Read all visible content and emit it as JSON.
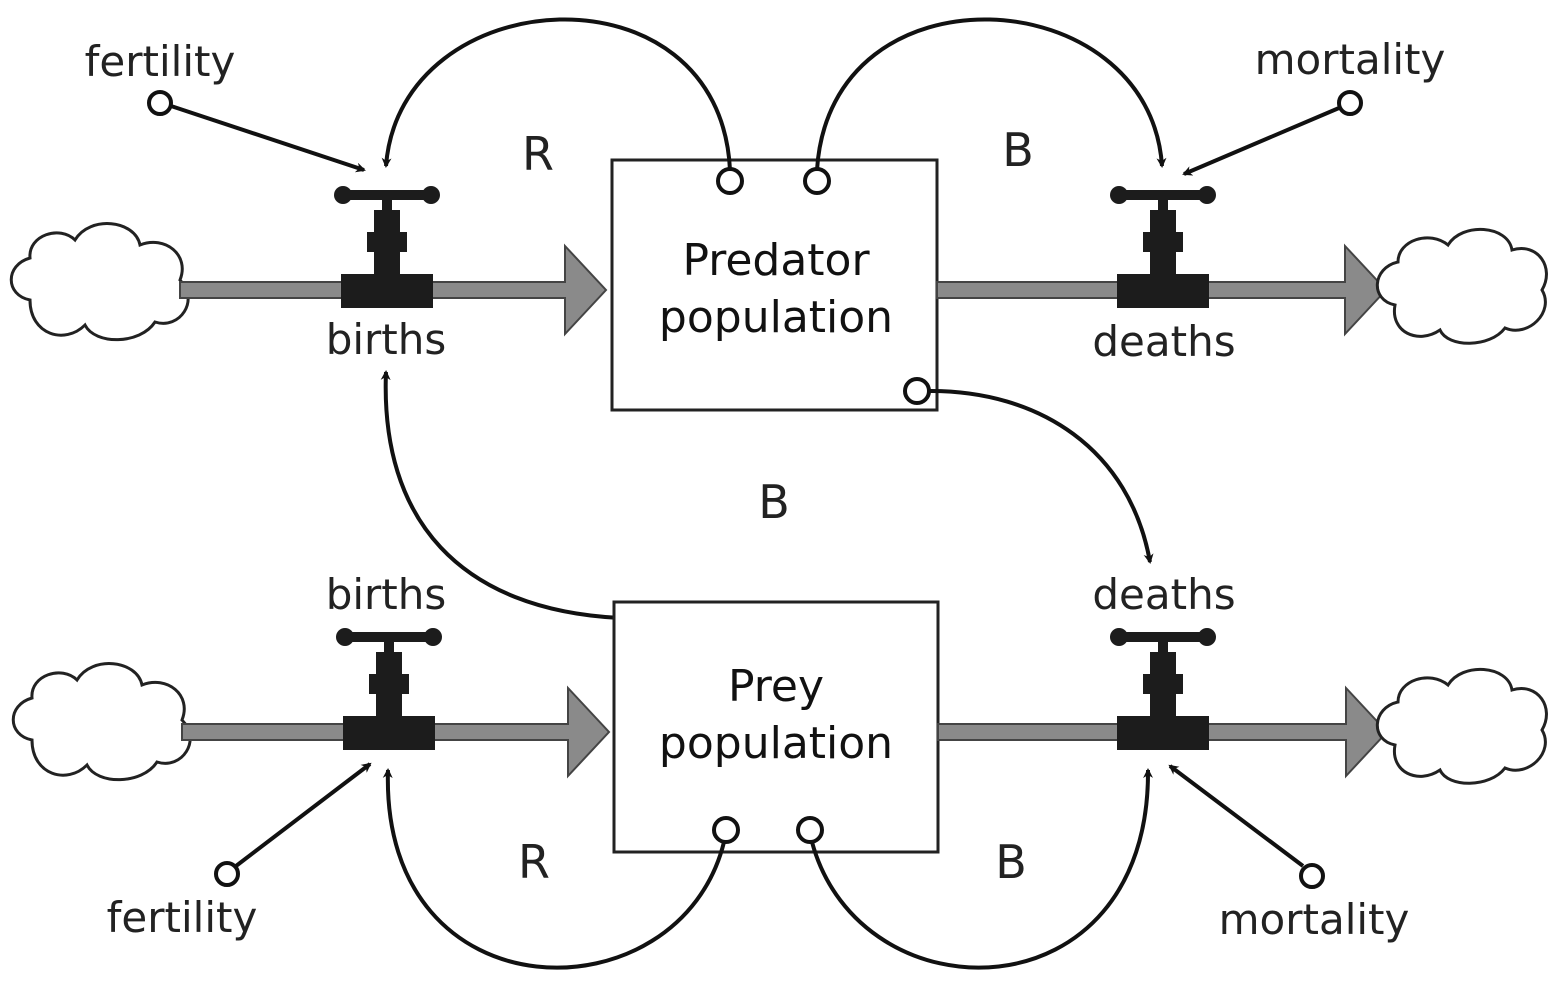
{
  "stocks": {
    "predator": {
      "line1": "Predator",
      "line2": "population"
    },
    "prey": {
      "line1": "Prey",
      "line2": "population"
    }
  },
  "flows": {
    "predator_births": "births",
    "predator_deaths": "deaths",
    "prey_births": "births",
    "prey_deaths": "deaths"
  },
  "parameters": {
    "predator_fertility": "fertility",
    "predator_mortality": "mortality",
    "prey_fertility": "fertility",
    "prey_mortality": "mortality"
  },
  "loops": {
    "predator_births_loop": "R",
    "predator_deaths_loop": "B",
    "interaction_loop": "B",
    "prey_births_loop": "R",
    "prey_deaths_loop": "B"
  }
}
